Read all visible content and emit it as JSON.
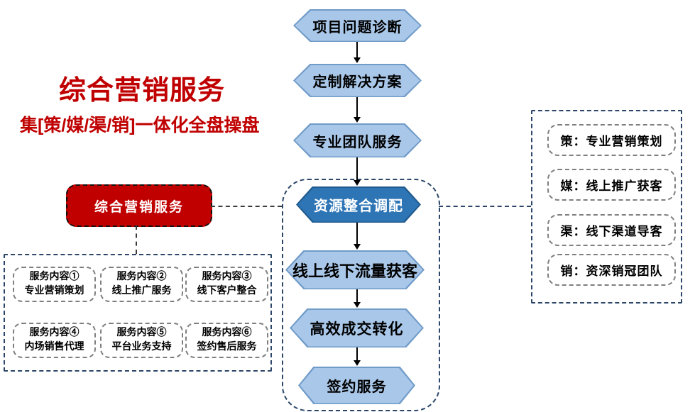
{
  "header": {
    "title": "综合营销服务",
    "subtitle": "集[策/媒/渠/销]一体化全盘操盘"
  },
  "flow": {
    "steps": [
      {
        "label": "项目问题诊断",
        "style": "light"
      },
      {
        "label": "定制解决方案",
        "style": "light"
      },
      {
        "label": "专业团队服务",
        "style": "light"
      },
      {
        "label": "资源整合调配",
        "style": "dark"
      },
      {
        "label": "线上线下流量获客",
        "style": "light"
      },
      {
        "label": "高效成交转化",
        "style": "light"
      },
      {
        "label": "签约服务",
        "style": "light"
      }
    ]
  },
  "source_box": {
    "label": "综合营销服务"
  },
  "services_panel": {
    "items": [
      {
        "line1": "服务内容①",
        "line2": "专业营销策划"
      },
      {
        "line1": "服务内容②",
        "line2": "线上推广服务"
      },
      {
        "line1": "服务内容③",
        "line2": "线下客户整合"
      },
      {
        "line1": "服务内容④",
        "line2": "内场销售代理"
      },
      {
        "line1": "服务内容⑤",
        "line2": "平台业务支持"
      },
      {
        "line1": "服务内容⑥",
        "line2": "签约售后服务"
      }
    ]
  },
  "legend_panel": {
    "items": [
      {
        "label": "策：专业营销策划"
      },
      {
        "label": "媒：线上推广获客"
      },
      {
        "label": "渠：线下渠道导客"
      },
      {
        "label": "销：资深销冠团队"
      }
    ]
  },
  "colors": {
    "accent_red": "#C00000",
    "hex_light_fill": "#A9C7E8",
    "hex_light_border": "#6F9BC8",
    "hex_dark_fill": "#2E75B6",
    "dash_navy": "#2B4668",
    "dash_gray": "#7f7f7f"
  }
}
